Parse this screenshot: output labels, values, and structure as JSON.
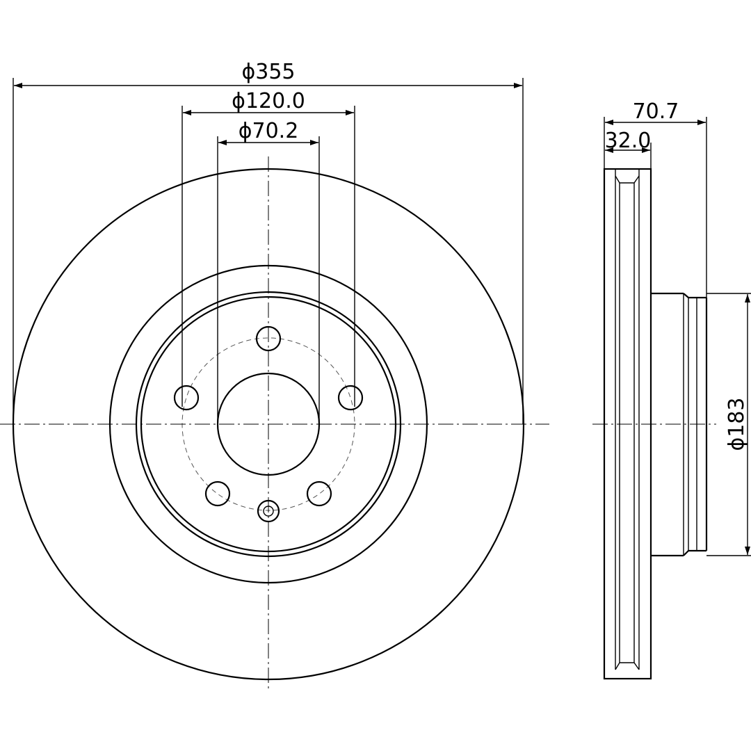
{
  "dimensions": {
    "outer_diameter": "ϕ355",
    "bolt_circle": "ϕ120.0",
    "center_bore": "ϕ70.2",
    "overall_height": "70.7",
    "disc_thickness": "32.0",
    "hat_diameter": "ϕ183"
  },
  "colors": {
    "line": "#000000",
    "background": "#ffffff"
  }
}
